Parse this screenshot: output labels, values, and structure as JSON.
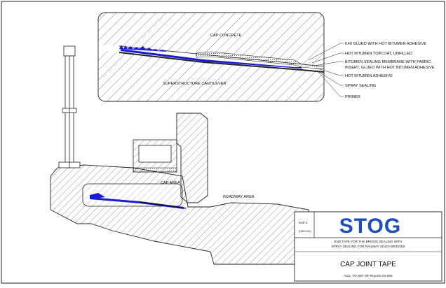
{
  "detail": {
    "cap_concrete": "CAP CONCRETE",
    "superstructure": "SUPERSTRUCTURE CANTILEVER",
    "callouts": [
      "K40 GLUED WITH HOT BITUMEN ADHESIVE",
      "HOT BITUMEN TOPCOAT, UNFILLED",
      "BITUMEN SEALING MEMBRANE WITH FABRIC",
      "INSERT, GLUED WITH HOT BITUMEN ADHESIVE",
      "HOT BITUMEN ADHESIVE",
      "SPRAY SEALING",
      "PRIMER"
    ]
  },
  "section": {
    "cap_area": "CAP AREA",
    "roadway_area": "ROADWAY AREA"
  },
  "title_block": {
    "code": "K40-1",
    "code_sub": "(DWG-NO)",
    "logo": "STOG",
    "description_line1": "END TAPE FOR THE BRIDGE SEALING WITH",
    "description_line2": "SPRAY SEALING FOR RAILWAY SOLID BRIDGES",
    "title": "CAP JOINT TAPE",
    "rules": "ACC. TO SET OF RULES DS 804"
  },
  "colors": {
    "membrane": "#1a1ad6",
    "ink": "#111111",
    "logo": "#1e4fb4"
  }
}
